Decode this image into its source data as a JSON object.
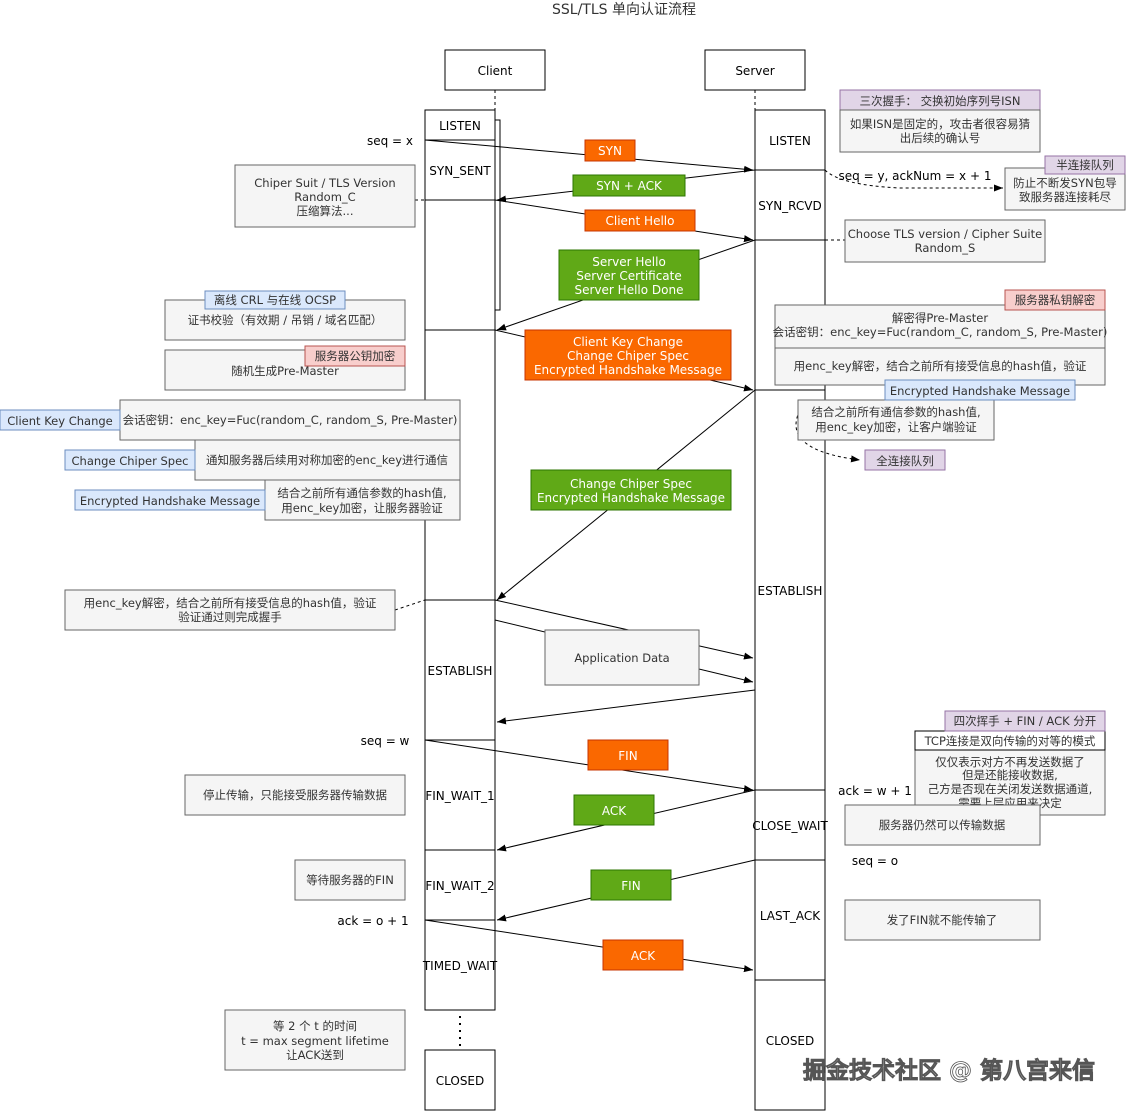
{
  "title": "SSL/TLS 单向认证流程",
  "watermark": "掘金技术社区 @ 第八宫来信",
  "actors": {
    "client": "Client",
    "server": "Server"
  },
  "client_states": [
    "LISTEN",
    "SYN_SENT",
    "ESTABLISH",
    "FIN_WAIT_1",
    "FIN_WAIT_2",
    "TIMED_WAIT",
    "CLOSED"
  ],
  "server_states": [
    "LISTEN",
    "SYN_RCVD",
    "ESTABLISH",
    "CLOSE_WAIT",
    "LAST_ACK",
    "CLOSED"
  ],
  "seq_labels": {
    "seq_x": "seq = x",
    "seq_y": "seq = y, ackNum = x + 1",
    "seq_w": "seq = w",
    "ack_w": "ack = w + 1",
    "seq_o": "seq = o",
    "ack_o": "ack = o + 1"
  },
  "messages": {
    "syn": "SYN",
    "syn_ack": "SYN + ACK",
    "client_hello": "Client Hello",
    "server_hello": [
      "Server Hello",
      "Server Certificate",
      "Server Hello Done"
    ],
    "client_key": [
      "Client Key Change",
      "Change Chiper Spec",
      "Encrypted Handshake Message"
    ],
    "change_spec": [
      "Change Chiper Spec",
      "Encrypted Handshake Message"
    ],
    "app_data": "Application Data",
    "fin1": "FIN",
    "ack1": "ACK",
    "fin2": "FIN",
    "ack2": "ACK"
  },
  "notes": {
    "handshake_title": "三次握手： 交换初始序列号ISN",
    "handshake_body": [
      "如果ISN是固定的，攻击者很容易猜",
      "出后续的确认号"
    ],
    "half_queue_title": "半连接队列",
    "half_queue_body": [
      "防止不断发SYN包导",
      "致服务器连接耗尽"
    ],
    "client_hello_info": [
      "Chiper Suit / TLS Version",
      "Random_C",
      "压缩算法..."
    ],
    "server_choose": [
      "Choose TLS version / Cipher Suite",
      "Random_S"
    ],
    "crl_tag": "离线 CRL 与在线 OCSP",
    "cert_check": "证书校验（有效期 / 吊销 / 域名匹配）",
    "pubkey_tag": "服务器公钥加密",
    "pre_master": "随机生成Pre-Master",
    "privkey_tag": "服务器私钥解密",
    "server_decrypt": [
      "解密得Pre-Master",
      "会话密钥：enc_key=Fuc(random_C, random_S, Pre-Master)"
    ],
    "server_verify": "用enc_key解密，结合之前所有接受信息的hash值，验证",
    "server_ehm_tag": "Encrypted Handshake Message",
    "server_hash": [
      "结合之前所有通信参数的hash值,",
      "用enc_key加密，让客户端验证"
    ],
    "full_queue": "全连接队列",
    "ck_tag": "Client Key Change",
    "ck_text": "会话密钥：enc_key=Fuc(random_C, random_S, Pre-Master)",
    "ccs_tag": "Change Chiper Spec",
    "ccs_text": "通知服务器后续用对称加密的enc_key进行通信",
    "ehm_tag": "Encrypted Handshake Message",
    "ehm_text": [
      "结合之前所有通信参数的hash值,",
      "用enc_key加密，让服务器验证"
    ],
    "client_verify": [
      "用enc_key解密，结合之前所有接受信息的hash值，验证",
      "验证通过则完成握手"
    ],
    "wave_title": "四次挥手 + FIN / ACK 分开",
    "wave_mode": "TCP连接是双向传输的对等的模式",
    "wave_body": [
      "仅仅表示对方不再发送数据了",
      "但是还能接收数据,",
      "己方是否现在关闭发送数据通道,",
      "需要上层应用来决定"
    ],
    "stop_send": "停止传输，只能接受服务器传输数据",
    "server_can_send": "服务器仍然可以传输数据",
    "wait_fin": "等待服务器的FIN",
    "fin_no_send": "发了FIN就不能传输了",
    "timed_wait": [
      "等 2 个 t 的时间",
      "t = max segment lifetime",
      "让ACK送到"
    ]
  },
  "colors": {
    "orange": "#fa6800",
    "green": "#60a917",
    "purple_tag": "#e1d5e7",
    "red_tag": "#f8cecc",
    "blue_tag": "#dae8fc",
    "note_bg": "#f5f5f5",
    "note_border": "#666666"
  }
}
